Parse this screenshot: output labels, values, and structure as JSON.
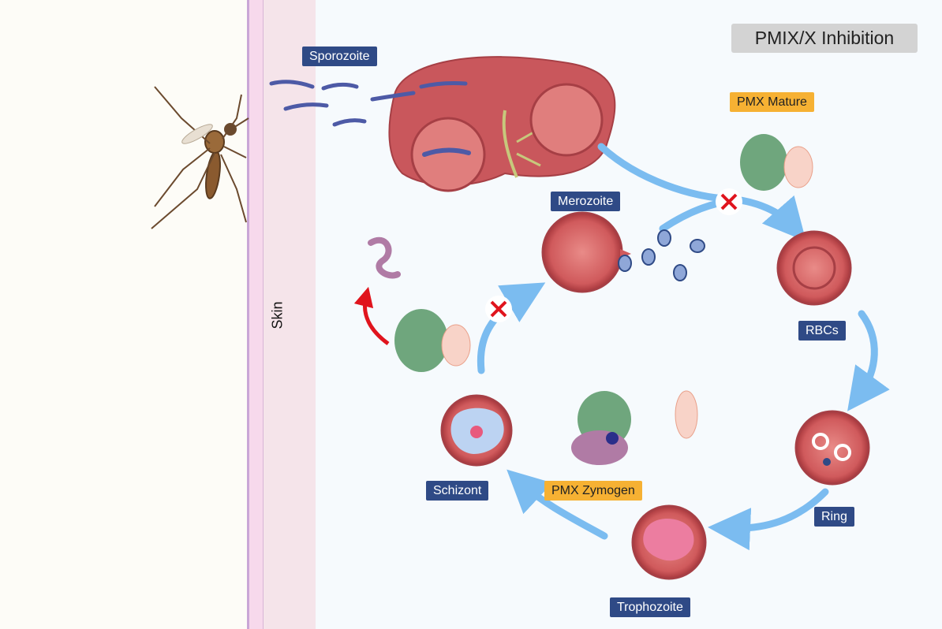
{
  "title": "PMIX/X Inhibition",
  "skin_label": "Skin",
  "stages": {
    "sporozoite": "Sporozoite",
    "merozoite": "Merozoite",
    "rbcs": "RBCs",
    "ring": "Ring",
    "trophozoite": "Trophozoite",
    "schizont": "Schizont"
  },
  "enzymes": {
    "mature": "PMX Mature",
    "zymogen": "PMX Zymogen"
  },
  "colors": {
    "label_blue": "#2f4a86",
    "label_orange": "#f6b133",
    "arrow_blue": "#7bbcf0",
    "inhibit_red": "#e0141d",
    "cell_red": "#d2595d"
  }
}
